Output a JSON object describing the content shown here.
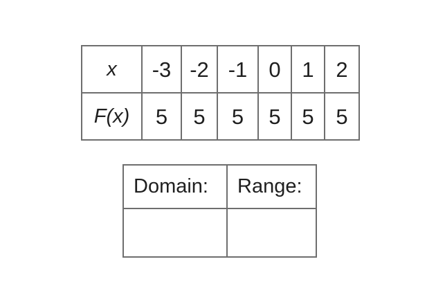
{
  "worksheet": {
    "function_table": {
      "row_labels": [
        "x",
        "F(x)"
      ],
      "x_values": [
        "-3",
        "-2",
        "-1",
        "0",
        "1",
        "2"
      ],
      "fx_values": [
        "5",
        "5",
        "5",
        "5",
        "5",
        "5"
      ]
    },
    "answer_table": {
      "headers": [
        "Domain:",
        "Range:"
      ],
      "answers": [
        "",
        ""
      ]
    },
    "colors": {
      "border": "#6e6e6e",
      "text": "#1f1f1f",
      "background": "#ffffff"
    }
  }
}
